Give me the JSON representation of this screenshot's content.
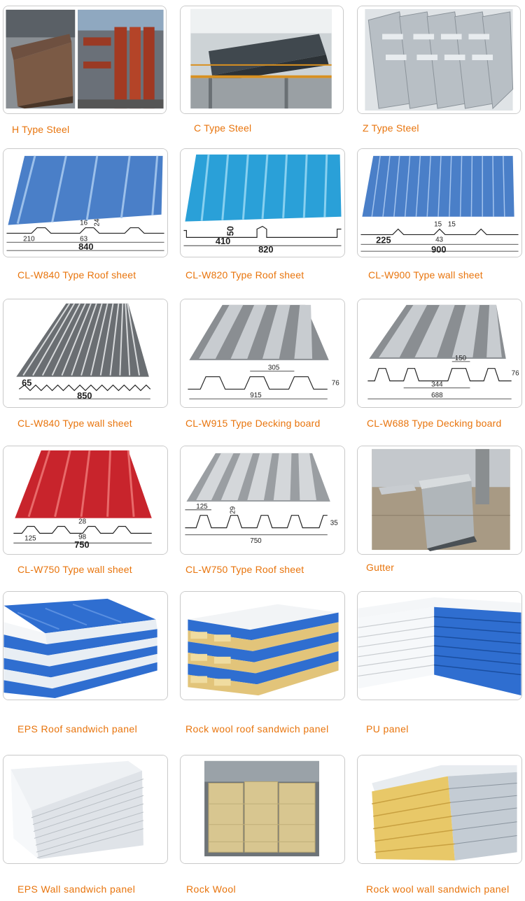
{
  "products": [
    {
      "label": "H Type Steel"
    },
    {
      "label": "C Type Steel"
    },
    {
      "label": "Z Type Steel"
    },
    {
      "label": "CL-W840 Type Roof sheet",
      "dims": [
        "16",
        "24",
        "63",
        "210",
        "840"
      ]
    },
    {
      "label": "CL-W820 Type Roof sheet",
      "dims": [
        "50",
        "410",
        "820"
      ]
    },
    {
      "label": "CL-W900 Type wall sheet",
      "dims": [
        "15",
        "15",
        "43",
        "225",
        "900"
      ]
    },
    {
      "label": "CL-W840 Type wall sheet",
      "dims": [
        "65",
        "850"
      ]
    },
    {
      "label": "CL-W915 Type Decking board",
      "dims": [
        "305",
        "76",
        "915"
      ]
    },
    {
      "label": "CL-W688 Type Decking board",
      "dims": [
        "150",
        "76",
        "344",
        "688"
      ]
    },
    {
      "label": "CL-W750 Type wall sheet",
      "dims": [
        "28",
        "98",
        "125",
        "750"
      ]
    },
    {
      "label": "CL-W750 Type Roof sheet",
      "dims": [
        "125",
        "29",
        "35",
        "750"
      ]
    },
    {
      "label": "Gutter"
    },
    {
      "label": "EPS Roof sandwich panel"
    },
    {
      "label": "Rock wool roof sandwich panel"
    },
    {
      "label": "PU panel"
    },
    {
      "label": "EPS Wall sandwich panel"
    },
    {
      "label": "Rock Wool"
    },
    {
      "label": "Rock wool wall sandwich panel"
    }
  ],
  "colors": {
    "label": "#e8740c",
    "border": "#c9c9c9",
    "sheet_blue": "#4a7fc8",
    "sheet_cyan": "#2aa0d8",
    "sheet_red": "#c8242c"
  }
}
